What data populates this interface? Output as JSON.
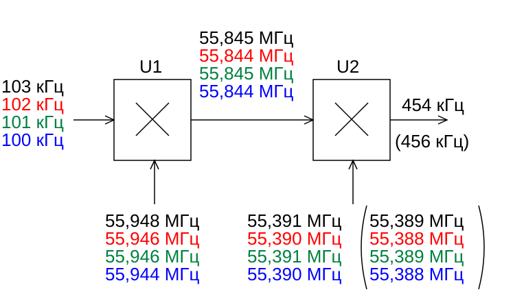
{
  "colors": {
    "black": "#000000",
    "red": "#ff0000",
    "green": "#008040",
    "blue": "#0000ff"
  },
  "blocks": {
    "u1": {
      "label": "U1",
      "symbol": "multiply-icon"
    },
    "u2": {
      "label": "U2",
      "symbol": "multiply-icon"
    }
  },
  "input_frequencies": [
    {
      "text": "103 кГц",
      "color": "#000000"
    },
    {
      "text": "102 кГц",
      "color": "#ff0000"
    },
    {
      "text": "101 кГц",
      "color": "#008040"
    },
    {
      "text": "100 кГц",
      "color": "#0000ff"
    }
  ],
  "lo1_frequencies": [
    {
      "text": "55,948 МГц",
      "color": "#000000"
    },
    {
      "text": "55,946 МГц",
      "color": "#ff0000"
    },
    {
      "text": "55,946 МГц",
      "color": "#008040"
    },
    {
      "text": "55,944 МГц",
      "color": "#0000ff"
    }
  ],
  "intermediate_frequencies": [
    {
      "text": "55,845 МГц",
      "color": "#000000"
    },
    {
      "text": "55,844 МГц",
      "color": "#ff0000"
    },
    {
      "text": "55,845 МГц",
      "color": "#008040"
    },
    {
      "text": "55,844 МГц",
      "color": "#0000ff"
    }
  ],
  "lo2_frequencies": [
    {
      "text": "55,391 МГц",
      "color": "#000000"
    },
    {
      "text": "55,390 МГц",
      "color": "#ff0000"
    },
    {
      "text": "55,391 МГц",
      "color": "#008040"
    },
    {
      "text": "55,390 МГц",
      "color": "#0000ff"
    }
  ],
  "lo2_alt_frequencies": [
    {
      "text": "55,389 МГц",
      "color": "#000000"
    },
    {
      "text": "55,388 МГц",
      "color": "#ff0000"
    },
    {
      "text": "55,389 МГц",
      "color": "#008040"
    },
    {
      "text": "55,388 МГц",
      "color": "#0000ff"
    }
  ],
  "output": {
    "main": "454 кГц",
    "alt": "(456 кГц)"
  }
}
